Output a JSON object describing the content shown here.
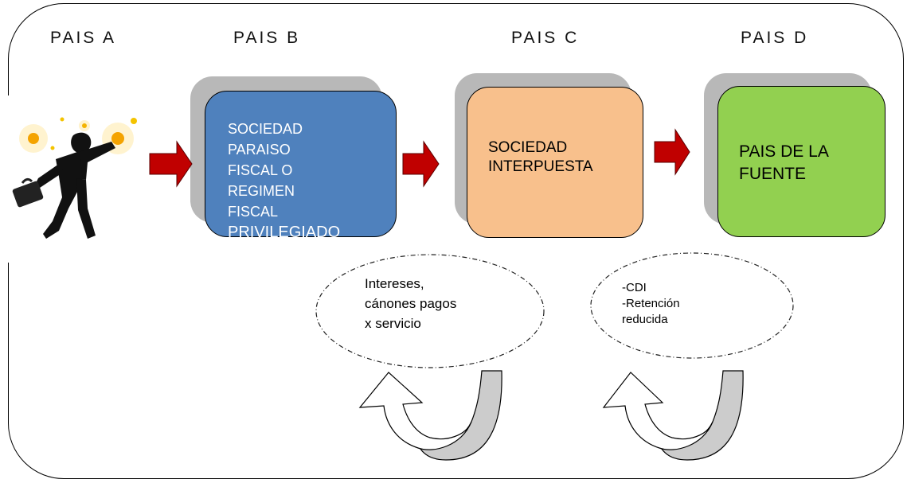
{
  "countries": {
    "a": "PAIS A",
    "b": "PAIS B",
    "c": "PAIS C",
    "d": "PAIS D"
  },
  "boxes": {
    "b": {
      "label_main": "SOCIEDAD\nPARAISO\nFISCAL O\nREGIMEN\nFISCAL",
      "label_last": "PRIVILEGIADO",
      "color": "#4f81bd"
    },
    "c": {
      "label": "SOCIEDAD\nINTERPUESTA",
      "color": "#f8c08c"
    },
    "d": {
      "label": "PAIS DE LA\nFUENTE",
      "color": "#92d050"
    }
  },
  "notes": {
    "payments": "Intereses,\ncánones pagos\nx servicio",
    "treaty": "-CDI\n-Retención\nreducida"
  },
  "colors": {
    "arrow": "#c00000",
    "curved_arrow": "#cccccc"
  },
  "icons": {
    "person": "businessman-reaching-icon"
  }
}
